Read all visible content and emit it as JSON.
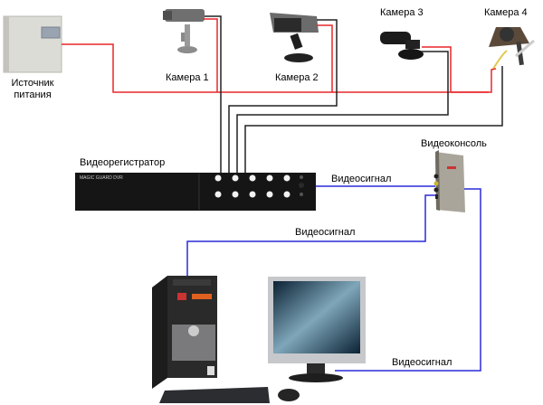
{
  "labels": {
    "power_supply_line1": "Источник",
    "power_supply_line2": "питания",
    "camera1": "Камера 1",
    "camera2": "Камера 2",
    "camera3": "Камера 3",
    "camera4": "Камера 4",
    "dvr": "Видеорегистратор",
    "dvr_brand": "MAGIC GUARD DVR",
    "video_console": "Видеоконсоль",
    "signal_dvr_console": "Видеосигнал",
    "signal_console_pc": "Видеосигнал",
    "signal_console_monitor": "Видеосигнал"
  },
  "colors": {
    "power_wire": "#e8262a",
    "camera_wire": "#222222",
    "video_wire": "#2a2ad8"
  }
}
